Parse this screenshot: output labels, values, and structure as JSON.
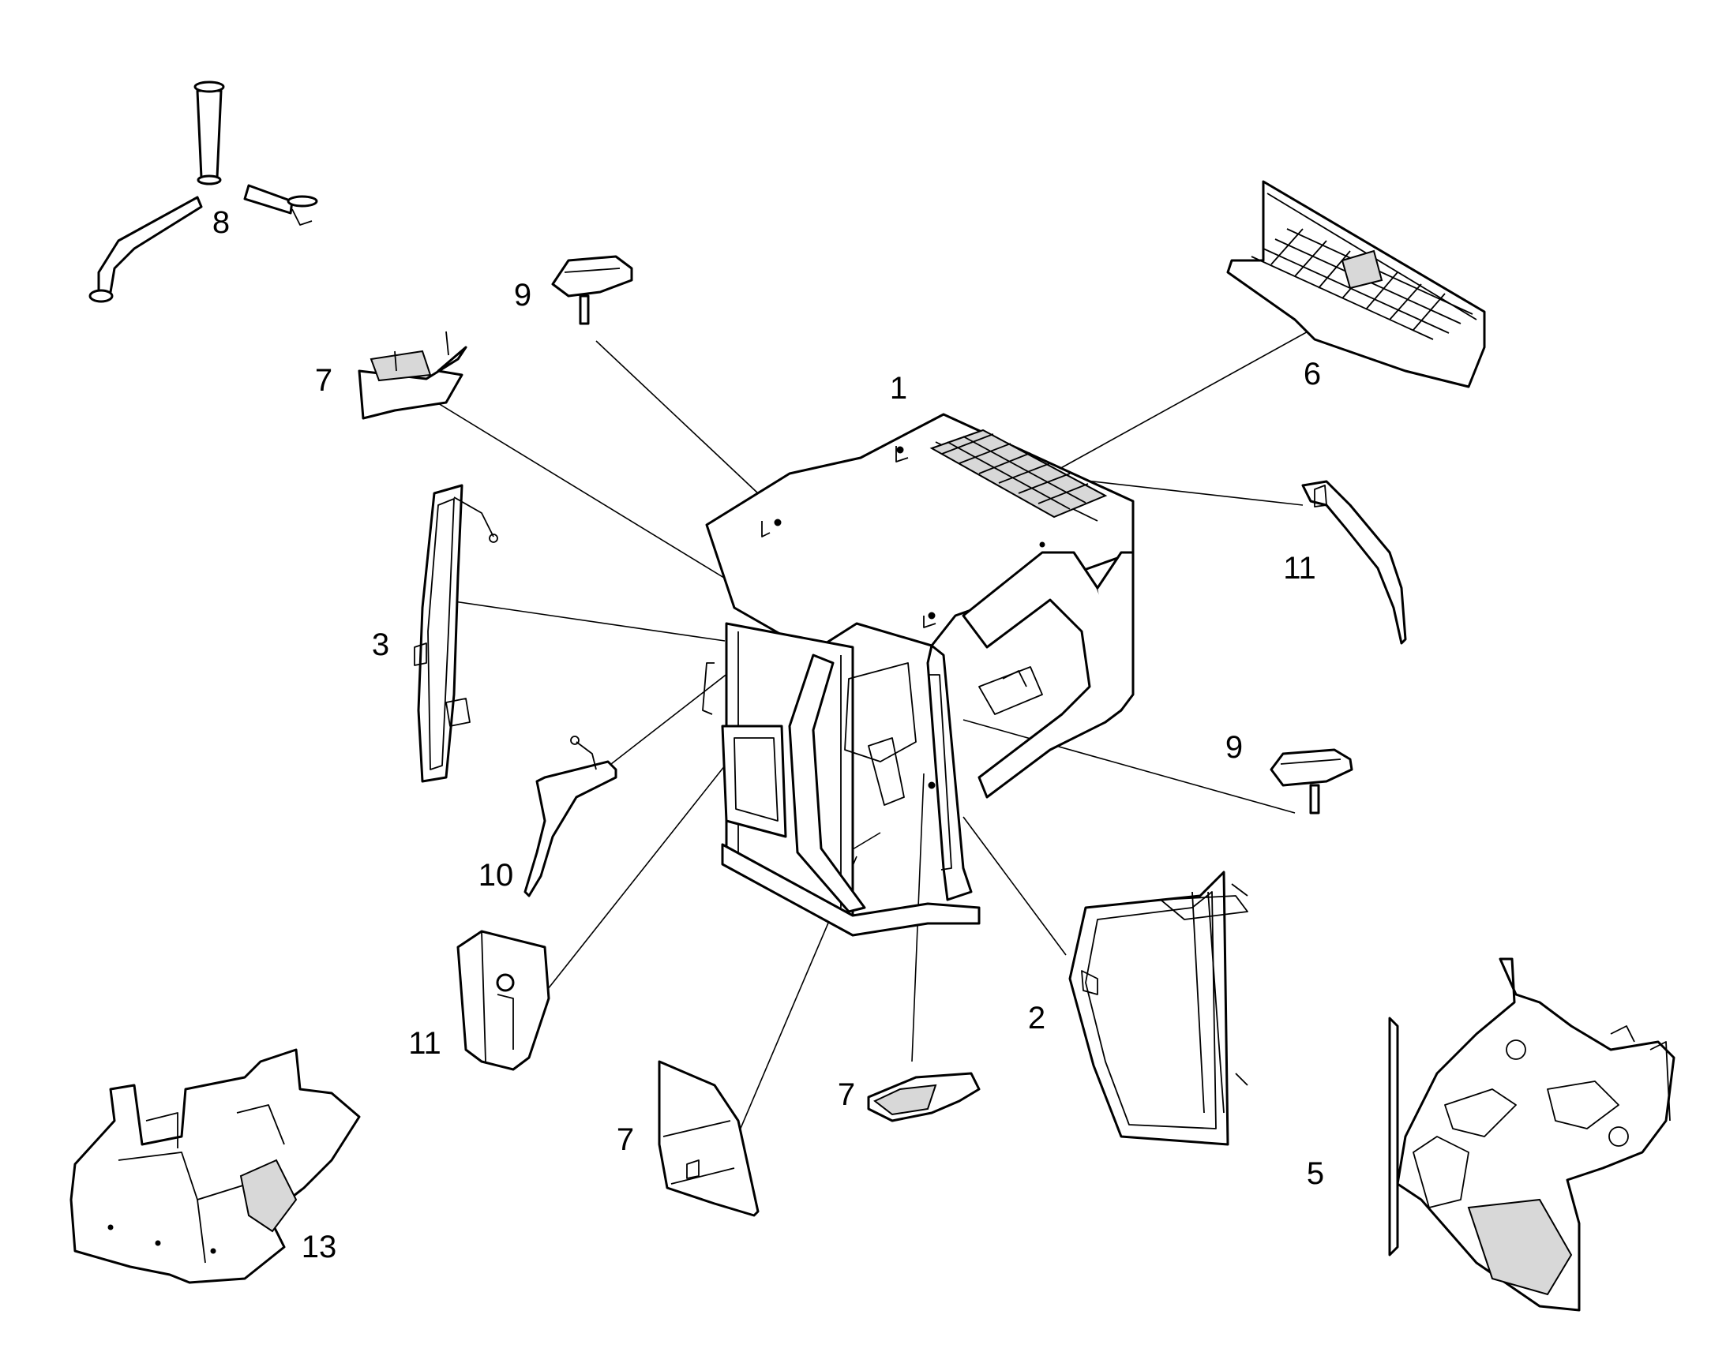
{
  "diagram": {
    "callouts": [
      {
        "id": "c1",
        "text": "1"
      },
      {
        "id": "c2",
        "text": "2"
      },
      {
        "id": "c3",
        "text": "3"
      },
      {
        "id": "c5",
        "text": "5"
      },
      {
        "id": "c6",
        "text": "6"
      },
      {
        "id": "c7a",
        "text": "7"
      },
      {
        "id": "c7b",
        "text": "7"
      },
      {
        "id": "c7c",
        "text": "7"
      },
      {
        "id": "c8",
        "text": "8"
      },
      {
        "id": "c9a",
        "text": "9"
      },
      {
        "id": "c9b",
        "text": "9"
      },
      {
        "id": "c10",
        "text": "10"
      },
      {
        "id": "c11a",
        "text": "11"
      },
      {
        "id": "c11b",
        "text": "11"
      },
      {
        "id": "c13",
        "text": "13"
      }
    ]
  }
}
